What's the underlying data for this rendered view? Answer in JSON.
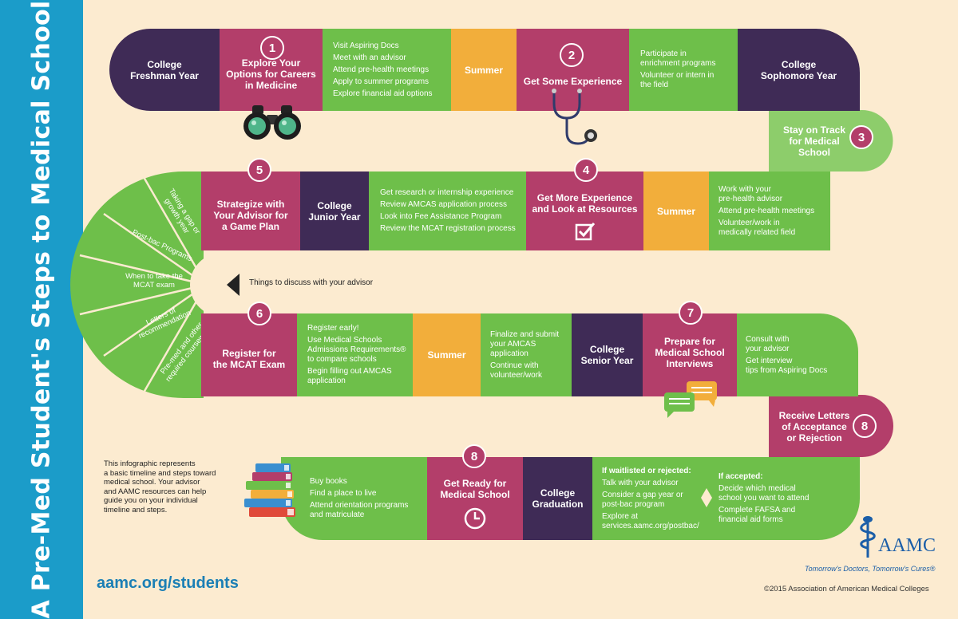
{
  "title": "A Pre-Med Student's Steps to Medical School",
  "row1": {
    "freshman": "College\nFreshman Year",
    "step1_num": "1",
    "step1": "Explore Your\nOptions for Careers\nin Medicine",
    "step1_items": [
      "Visit Aspiring Docs",
      "Meet with an advisor",
      "Attend pre-health meetings",
      "Apply to summer programs",
      "Explore financial aid options"
    ],
    "summer": "Summer",
    "step2_num": "2",
    "step2": "Get Some Experience",
    "step2_items": [
      "Participate in\nenrichment programs",
      "Volunteer or intern in\nthe field"
    ],
    "sophomore": "College\nSophomore Year"
  },
  "turn1": {
    "step3_num": "3",
    "step3": "Stay on Track\nfor Medical\nSchool"
  },
  "row2": {
    "step5_num": "5",
    "step5": "Strategize with\nYour Advisor for\na Game Plan",
    "junior": "College\nJunior Year",
    "junior_items": [
      "Get research or internship experience",
      "Review AMCAS application process",
      "Look into Fee Assistance Program",
      "Review the MCAT registration process"
    ],
    "step4_num": "4",
    "step4": "Get More Experience\nand Look at Resources",
    "summer": "Summer",
    "right_items": [
      "Work with your\npre-health advisor",
      "Attend pre-health meetings",
      "Volunteer/work in\nmedically related field"
    ]
  },
  "advisor": {
    "label": "Things to discuss with your advisor",
    "topics": [
      "Taking a gap or\ngrowth year",
      "Post-bac Programs",
      "When to take the\nMCAT exam",
      "Letters of\nrecommendation",
      "Pre-med and other\nrequired coursework"
    ]
  },
  "row3": {
    "step6_num": "6",
    "step6": "Register for\nthe MCAT Exam",
    "items_a": [
      "Register early!",
      "Use Medical Schools\nAdmissions Requirements®\nto compare schools",
      "Begin filling out AMCAS\napplication"
    ],
    "summer": "Summer",
    "items_b": [
      "Finalize and submit\nyour AMCAS\napplication",
      "Continue with\nvolunteer/work"
    ],
    "senior": "College\nSenior Year",
    "step7_num": "7",
    "step7": "Prepare for\nMedical School\nInterviews",
    "items_c": [
      "Consult with\nyour advisor",
      "Get interview\ntips from Aspiring Docs"
    ]
  },
  "turn2": {
    "step8_num": "8",
    "step8": "Receive Letters\nof Acceptance\nor Rejection"
  },
  "row4": {
    "intro": "This infographic represents\na basic timeline and steps toward\nmedical school. Your advisor\nand AAMC resources can help\nguide you on your individual\ntimeline and steps.",
    "items_a": [
      "Buy books",
      "Find a place to live",
      "Attend orientation programs\nand matriculate"
    ],
    "step8_num": "8",
    "step8": "Get Ready for\nMedical School",
    "graduation": "College\nGraduation",
    "waitlist_head": "If waitlisted or rejected:",
    "waitlist_items": [
      "Talk with your advisor",
      "Consider a gap year or\npost-bac program",
      "Explore at\nservices.aamc.org/postbac/"
    ],
    "accepted_head": "If accepted:",
    "accepted_items": [
      "Decide which medical\nschool you want to attend",
      "Complete FAFSA and\nfinancial aid forms"
    ]
  },
  "footer": {
    "url": "aamc.org/students",
    "logo_text": "AAMC",
    "tagline": "Tomorrow's Doctors, Tomorrow's Cures®",
    "copyright": "©2015 Association of American Medical Colleges"
  },
  "colors": {
    "green": "#6ebf4a",
    "purple": "#3f2b56",
    "magenta": "#b33e6a",
    "yellow": "#f2ae3b",
    "blue": "#1b9cc9",
    "background": "#fcebd0"
  }
}
